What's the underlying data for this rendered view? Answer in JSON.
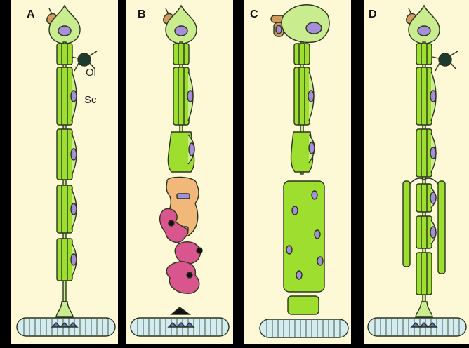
{
  "panels": [
    {
      "label": "A"
    },
    {
      "label": "B"
    },
    {
      "label": "C"
    },
    {
      "label": "D"
    }
  ],
  "cell_labels": {
    "oligodendrocyte": "Ol",
    "schwann_cell": "Sc"
  },
  "colors": {
    "background": "#000000",
    "panel_bg": "#fdf9d6",
    "axon": "#c9ec8f",
    "myelin": "#9ede2e",
    "nucleus": "#a48fd8",
    "muscle": "#d2ecf0",
    "endplate": "#5a6fdc",
    "macrophage": "#f2b87a",
    "debris": "#d8558e",
    "ol_cell": "#1d3a30",
    "small_cell": "#d29a5e"
  }
}
